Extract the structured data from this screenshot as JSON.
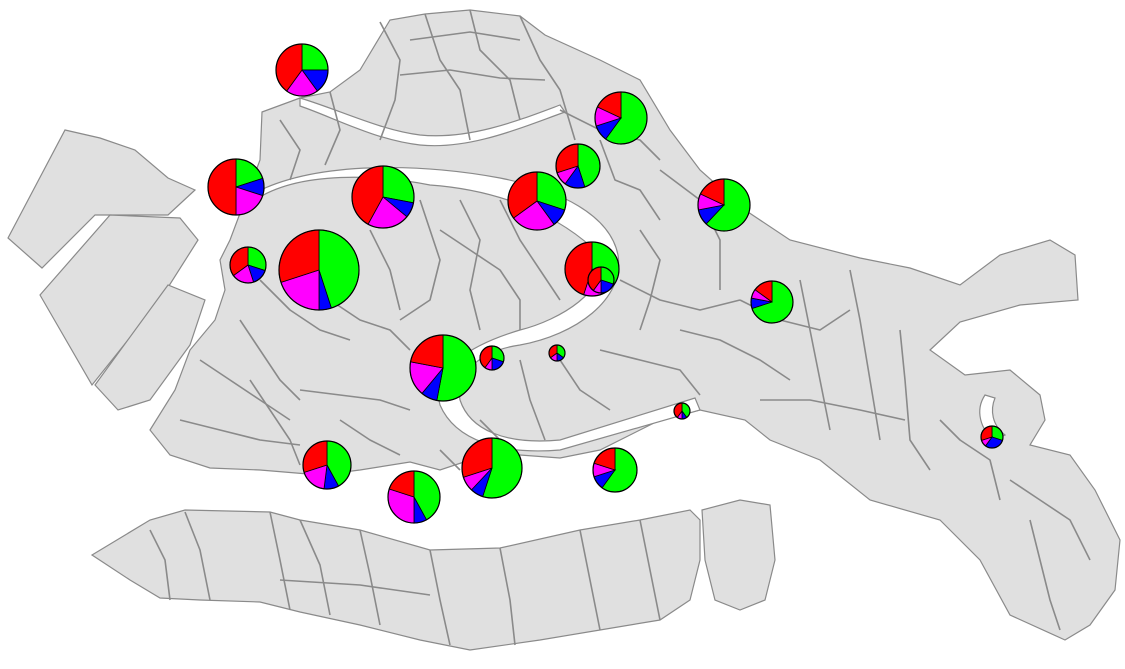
{
  "colors": {
    "land": "#e0e0e0",
    "outline": "#8a8a8a",
    "water": "#ffffff",
    "categories": [
      "#ff0000",
      "#00ff00",
      "#0000ff",
      "#ff00ff"
    ]
  },
  "pie_sites": [
    {
      "id": "s1",
      "size": 26,
      "shares": [
        0.4,
        0.25,
        0.15,
        0.2
      ]
    },
    {
      "id": "s2",
      "size": 26,
      "shares": [
        0.18,
        0.6,
        0.1,
        0.12
      ]
    },
    {
      "id": "s3",
      "size": 22,
      "shares": [
        0.3,
        0.45,
        0.15,
        0.1
      ]
    },
    {
      "id": "s4",
      "size": 28,
      "shares": [
        0.5,
        0.2,
        0.1,
        0.2
      ]
    },
    {
      "id": "s5",
      "size": 31,
      "shares": [
        0.42,
        0.28,
        0.08,
        0.22
      ]
    },
    {
      "id": "s6",
      "size": 29,
      "shares": [
        0.35,
        0.3,
        0.1,
        0.25
      ]
    },
    {
      "id": "s7",
      "size": 26,
      "shares": [
        0.18,
        0.62,
        0.1,
        0.1
      ]
    },
    {
      "id": "s8",
      "size": 18,
      "shares": [
        0.35,
        0.3,
        0.15,
        0.2
      ]
    },
    {
      "id": "s9",
      "size": 40,
      "shares": [
        0.3,
        0.45,
        0.05,
        0.2
      ]
    },
    {
      "id": "s10",
      "size": 27,
      "shares": [
        0.45,
        0.35,
        0.05,
        0.15
      ]
    },
    {
      "id": "s11",
      "size": 13,
      "shares": [
        0.4,
        0.3,
        0.2,
        0.1
      ]
    },
    {
      "id": "s12",
      "size": 21,
      "shares": [
        0.15,
        0.7,
        0.08,
        0.07
      ]
    },
    {
      "id": "s13",
      "size": 33,
      "shares": [
        0.22,
        0.53,
        0.08,
        0.17
      ]
    },
    {
      "id": "s14",
      "size": 12,
      "shares": [
        0.4,
        0.3,
        0.2,
        0.1
      ]
    },
    {
      "id": "s15",
      "size": 8,
      "shares": [
        0.35,
        0.35,
        0.15,
        0.15
      ]
    },
    {
      "id": "s16",
      "size": 8,
      "shares": [
        0.4,
        0.4,
        0.1,
        0.1
      ]
    },
    {
      "id": "s17",
      "size": 11,
      "shares": [
        0.3,
        0.3,
        0.3,
        0.1
      ]
    },
    {
      "id": "s18",
      "size": 24,
      "shares": [
        0.3,
        0.42,
        0.1,
        0.18
      ]
    },
    {
      "id": "s19",
      "size": 30,
      "shares": [
        0.3,
        0.55,
        0.07,
        0.08
      ]
    },
    {
      "id": "s20",
      "size": 22,
      "shares": [
        0.2,
        0.6,
        0.1,
        0.1
      ]
    },
    {
      "id": "s21",
      "size": 26,
      "shares": [
        0.2,
        0.42,
        0.08,
        0.3
      ]
    },
    {
      "id": "s22",
      "size": 15,
      "shares": [
        0.4,
        0.3,
        0.2,
        0.1
      ]
    }
  ]
}
